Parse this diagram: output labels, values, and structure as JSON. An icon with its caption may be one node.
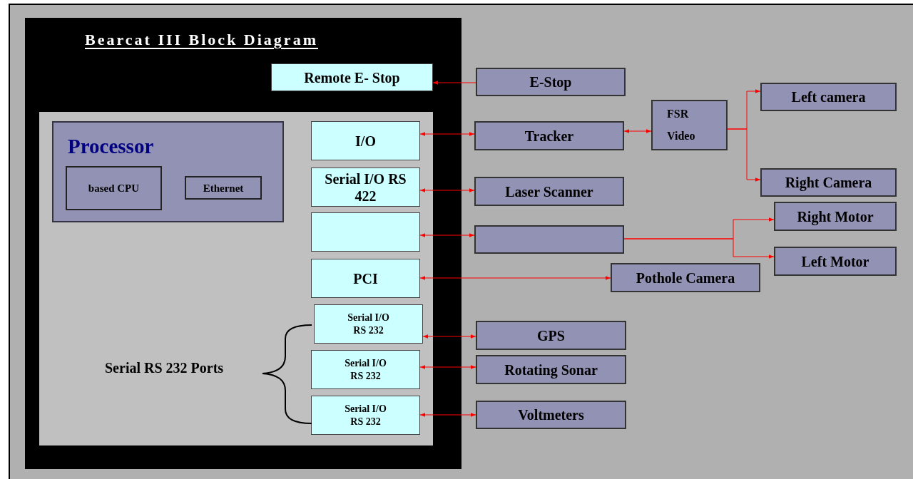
{
  "diagram": {
    "title": "Bearcat III Block Diagram",
    "nodes": [
      {
        "text": [],
        "shape": "box"
      },
      {
        "text": [
          "Remote E- Stop"
        ],
        "in": 0
      },
      {
        "text": [],
        "shape": "box",
        "in": 0
      },
      {
        "text": [
          "Processor"
        ],
        "in": 2
      },
      {
        "text": [
          "based CPU"
        ],
        "in": 3
      },
      {
        "text": [
          "Ethernet"
        ],
        "in": 3
      },
      {
        "text": [
          "I/O"
        ],
        "in": 2
      },
      {
        "text": [
          "Serial I/O RS 422"
        ],
        "in": 2
      },
      {
        "text": [],
        "shape": "box",
        "in": 2
      },
      {
        "text": [
          "PCI"
        ],
        "in": 2
      },
      {
        "text": [
          "Serial I/O RS 232"
        ],
        "in": 2
      },
      {
        "text": [
          "Serial I/O RS 232"
        ],
        "in": 2
      },
      {
        "text": [
          "Serial I/O RS 232"
        ],
        "in": 2
      },
      {
        "text": [
          "E-Stop"
        ]
      },
      {
        "text": [
          "Tracker"
        ]
      },
      {
        "text": [
          "FSR",
          "Video"
        ]
      },
      {
        "text": [
          "Left camera"
        ]
      },
      {
        "text": [
          "Right Camera"
        ]
      },
      {
        "text": [
          "Laser Scanner"
        ]
      },
      {
        "text": [],
        "shape": "box"
      },
      {
        "text": [
          "Right Motor"
        ]
      },
      {
        "text": [
          "Left Motor"
        ]
      },
      {
        "text": [
          "Pothole Camera"
        ]
      },
      {
        "text": [
          "GPS"
        ]
      },
      {
        "text": [
          "Rotating Sonar"
        ]
      },
      {
        "text": [
          "Voltmeters"
        ]
      }
    ],
    "edges": [
      {
        "from": 13,
        "to": 1,
        "arrow": "to"
      },
      {
        "from": 6,
        "to": 14,
        "arrow": "both"
      },
      {
        "from": 14,
        "to": 15,
        "arrow": "both"
      },
      {
        "from": 15,
        "to": 16,
        "arrow": "to"
      },
      {
        "from": 15,
        "to": 17,
        "arrow": "to"
      },
      {
        "from": 7,
        "to": 18,
        "arrow": "both"
      },
      {
        "from": 8,
        "to": 19,
        "arrow": "both"
      },
      {
        "from": 19,
        "to": 20,
        "arrow": "to"
      },
      {
        "from": 19,
        "to": 21,
        "arrow": "to"
      },
      {
        "from": 9,
        "to": 22,
        "arrow": "both"
      },
      {
        "from": 10,
        "to": 23,
        "arrow": "both"
      },
      {
        "from": 11,
        "to": 24,
        "arrow": "both"
      },
      {
        "from": 12,
        "to": 25,
        "arrow": "both"
      }
    ],
    "labels": [
      "Serial RS 232 Ports"
    ]
  }
}
